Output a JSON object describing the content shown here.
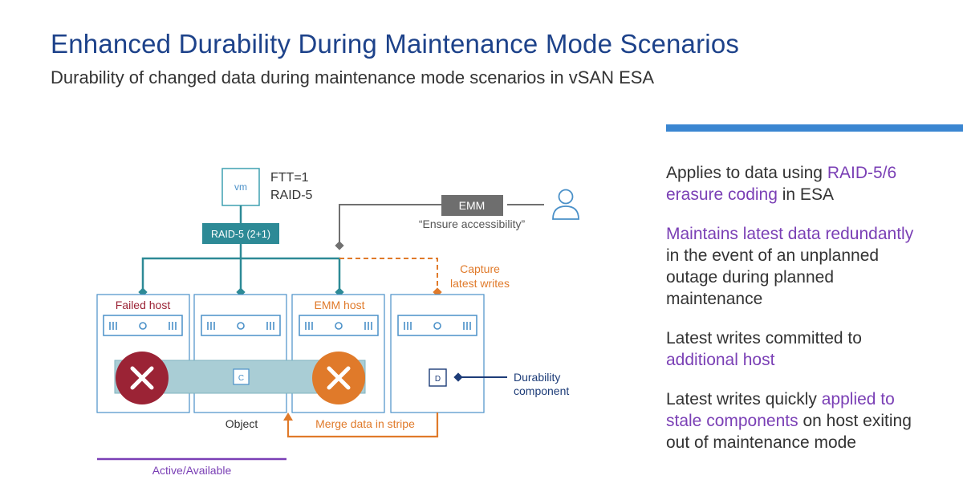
{
  "header": {
    "title": "Enhanced Durability During Maintenance Mode Scenarios",
    "subtitle": "Durability of changed data during maintenance mode scenarios in vSAN ESA"
  },
  "colors": {
    "title": "#1d428a",
    "teal": "#2d8a96",
    "orange": "#e07a2a",
    "purple": "#7a3fb5",
    "navy": "#1d3c78",
    "red": "#9b2335",
    "host_border": "#4a90c8",
    "accent_bar": "#3a86d1"
  },
  "diagram": {
    "vm_label": "vm",
    "policy_ftt": "FTT=1",
    "policy_raid": "RAID-5",
    "raid_badge": "RAID-5 (2+1)",
    "emm_box": "EMM",
    "emm_caption": "“Ensure accessibility”",
    "capture_line1": "Capture",
    "capture_line2": "latest writes",
    "hosts": [
      {
        "label": "Failed host",
        "state": "failed"
      },
      {
        "label": "",
        "state": "ok"
      },
      {
        "label": "EMM host",
        "state": "maintenance"
      },
      {
        "label": "",
        "state": "ok"
      }
    ],
    "component_c": "C",
    "component_d": "D",
    "durability_line1": "Durability",
    "durability_line2": "component",
    "object_label": "Object",
    "merge_label": "Merge data in stripe",
    "active_label": "Active/Available"
  },
  "points": [
    {
      "parts": [
        {
          "text": "Applies to data using ",
          "hl": false
        },
        {
          "text": "RAID-5/6 erasure coding",
          "hl": true
        },
        {
          "text": " in ESA",
          "hl": false
        }
      ]
    },
    {
      "parts": [
        {
          "text": "Maintains latest data redundantly",
          "hl": true
        },
        {
          "text": " in the event of an unplanned outage during planned maintenance",
          "hl": false
        }
      ]
    },
    {
      "parts": [
        {
          "text": "Latest writes committed to ",
          "hl": false
        },
        {
          "text": "additional host",
          "hl": true
        }
      ]
    },
    {
      "parts": [
        {
          "text": "Latest writes quickly ",
          "hl": false
        },
        {
          "text": "applied to stale components",
          "hl": true
        },
        {
          "text": " on host exiting out of maintenance mode",
          "hl": false
        }
      ]
    }
  ]
}
